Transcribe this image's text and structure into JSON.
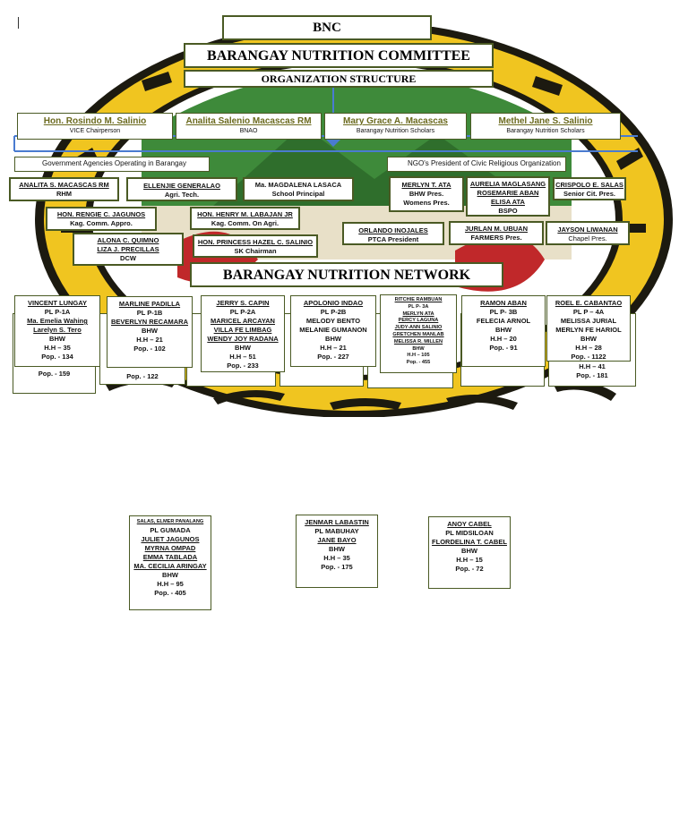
{
  "header": {
    "title": "BNC",
    "subtitle": "BARANGAY NUTRITION COMMITTEE",
    "subtitle2": "ORGANIZATION STRUCTURE"
  },
  "officers": [
    {
      "name": "Hon. Rosindo M. Salinio",
      "role": "VICE Chairperson"
    },
    {
      "name": "Analita Salenio Macascas RM",
      "role": "BNAO"
    },
    {
      "name": "Mary Grace A. Macascas",
      "role": "Barangay Nutrition Scholars"
    },
    {
      "name": "Methel Jane S. Salinio",
      "role": "Barangay Nutrition Scholars"
    }
  ],
  "section_labels": {
    "government": "Government Agencies Operating in Barangay",
    "ngo": "NGO's President of Civic Religious Organization"
  },
  "members": {
    "m1": {
      "name": "ANALITA S. MACASCAS RM",
      "role": "RHM"
    },
    "m2": {
      "name": "ELLENJIE GENERALAO",
      "role": "Agri. Tech."
    },
    "m3": {
      "name": "Ma. MAGDALENA LASACA",
      "role": "School Principal"
    },
    "m4": {
      "name": "HON. RENGIE C. JAGUNOS",
      "role": "Kag. Comm. Appro."
    },
    "m5": {
      "name": "HON. HENRY M. LABAJAN JR",
      "role": "Kag. Comm. On Agri."
    },
    "m6": {
      "name1": "ALONA C. QUIMNO",
      "name2": "LIZA J. PRECILLAS",
      "role": "DCW"
    },
    "m7": {
      "name": "HON. PRINCESS HAZEL C. SALINIO",
      "role": "SK Chairman"
    },
    "m8": {
      "name": "MERLYN T. ATA",
      "role1": "BHW Pres.",
      "role2": "Womens Pres."
    },
    "m9": {
      "name1": "AURELIA MAGLASANG",
      "name2": "ROSEMARIE ABAN",
      "name3": "ELISA ATA",
      "role": "BSPO"
    },
    "m10": {
      "name": "CRISPOLO E. SALAS",
      "role": "Senior Cit. Pres."
    },
    "m11": {
      "name": "ORLANDO INOJALES",
      "role": "PTCA President"
    },
    "m12": {
      "name": "JURLAN M. UBUAN",
      "role": "FARMERS Pres."
    },
    "m13": {
      "name": "JAYSON LIWANAN",
      "role": "Chapel Pres."
    }
  },
  "network_title": "BARANGAY NUTRITION NETWORK",
  "network": {
    "n1": {
      "names": [
        "VINCENT LUNGAY"
      ],
      "pl": "PL P-1A",
      "names2": [
        "Ma. Emelia Wahing",
        "Larelyn S. Tero"
      ],
      "bhw": "BHW",
      "hh": "H.H – 35",
      "pop": "Pop. - 134",
      "pop_back": "Pop. - 159"
    },
    "n2": {
      "names": [
        "MARLINE PADILLA"
      ],
      "pl": "PL P-1B",
      "names2": [
        "BEVERLYN RECAMARA"
      ],
      "bhw": "BHW",
      "hh": "H.H – 21",
      "pop": "Pop. - 102",
      "pop_back": "Pop. - 122"
    },
    "n3": {
      "names": [
        "JERRY S. CAPIN"
      ],
      "pl": "PL P-2A",
      "names2": [
        "MARICEL ARCAYAN",
        "VILLA FE LIMBAG",
        "WENDY JOY RADANA"
      ],
      "bhw": "BHW",
      "hh": "H.H – 51",
      "pop": "Pop. - 233"
    },
    "n4": {
      "names": [
        "APOLONIO INDAO"
      ],
      "pl": "PL P-2B",
      "names2": [
        "MELODY BENTO",
        "MELANIE GUMANON"
      ],
      "bhw": "BHW",
      "hh": "H.H – 21",
      "pop": "Pop. - 227"
    },
    "n5": {
      "names": [
        "RITCHIE RAMBUAN"
      ],
      "pl": "PL P- 3A",
      "names2": [
        "MERLYN ATA",
        "PERCY LAGUNA",
        "JUDY-ANN SALINIO",
        "GRETCHEN MANLAB",
        "MELISSA R. MILLEN"
      ],
      "bhw": "BHW",
      "hh": "H.H – 105",
      "pop": "Pop. - 455"
    },
    "n6": {
      "names": [
        "RAMON ABAN"
      ],
      "pl": "PL P- 3B",
      "names2": [
        "FELECIA ARNOL"
      ],
      "bhw": "BHW",
      "hh": "H.H – 20",
      "pop": "Pop. - 91"
    },
    "n7": {
      "names": [
        "ROEL E. CABANTAO"
      ],
      "pl": "PL P – 4A",
      "names2": [
        "MELISSA JURIAL",
        "MERLYN FE HARIOL"
      ],
      "bhw": "BHW",
      "hh": "H.H – 28",
      "pop": "Pop. - 1122",
      "pop_back": "Pop. - 181",
      "hh_back": "H.H – 41"
    }
  },
  "network_lower": {
    "l1": {
      "names": [
        "SALAS, ELMER PANALANG"
      ],
      "pl": "PL GUMADA",
      "names2": [
        "JULIET JAGUNOS",
        "MYRNA OMPAD",
        "EMMA TABLADA",
        "MA. CECILIA ARINGAY"
      ],
      "bhw": "BHW",
      "hh": "H.H – 95",
      "pop": "Pop. - 405"
    },
    "l2": {
      "names": [
        "JENMAR LABASTIN"
      ],
      "pl": "PL MABUHAY",
      "names2": [
        "JANE BAYO"
      ],
      "bhw": "BHW",
      "hh": "H.H – 35",
      "pop": "Pop. - 175"
    },
    "l3": {
      "names": [
        "ANOY CABEL"
      ],
      "pl": "PL MIDSILOAN",
      "names2": [
        "FLORDELINA T. CABEL"
      ],
      "bhw": "BHW",
      "hh": "H.H – 15",
      "pop": "Pop. - 72"
    }
  }
}
